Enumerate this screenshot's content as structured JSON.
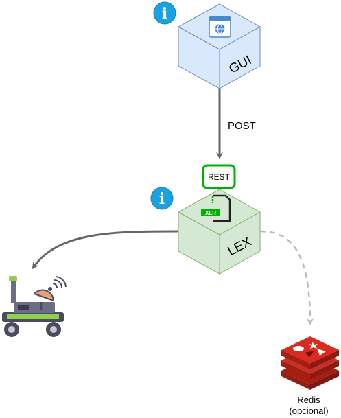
{
  "nodes": {
    "gui": {
      "label": "GUI",
      "fill": "#dae8fc",
      "stroke": "#6c8ebf",
      "icon": "browser-globe-icon"
    },
    "lex": {
      "label": "LEX",
      "fill": "#d5e8d4",
      "stroke": "#82b366",
      "icon": "xlr-file-icon",
      "badge": "XLR"
    },
    "rest": {
      "label": "REST",
      "stroke": "#00b200"
    },
    "redis": {
      "label_line1": "Redis",
      "label_line2": "(opcional)",
      "icon": "redis-icon",
      "color": "#c6302b"
    },
    "rover": {
      "icon": "rover-robot-icon"
    }
  },
  "edges": {
    "post": {
      "label": "POST",
      "color": "#666666"
    },
    "to_rover": {
      "color": "#666666"
    },
    "to_redis": {
      "color": "#bbbbbb",
      "style": "dashed"
    }
  },
  "info_icons": {
    "color": "#1ba1e2",
    "glyph": "i"
  }
}
